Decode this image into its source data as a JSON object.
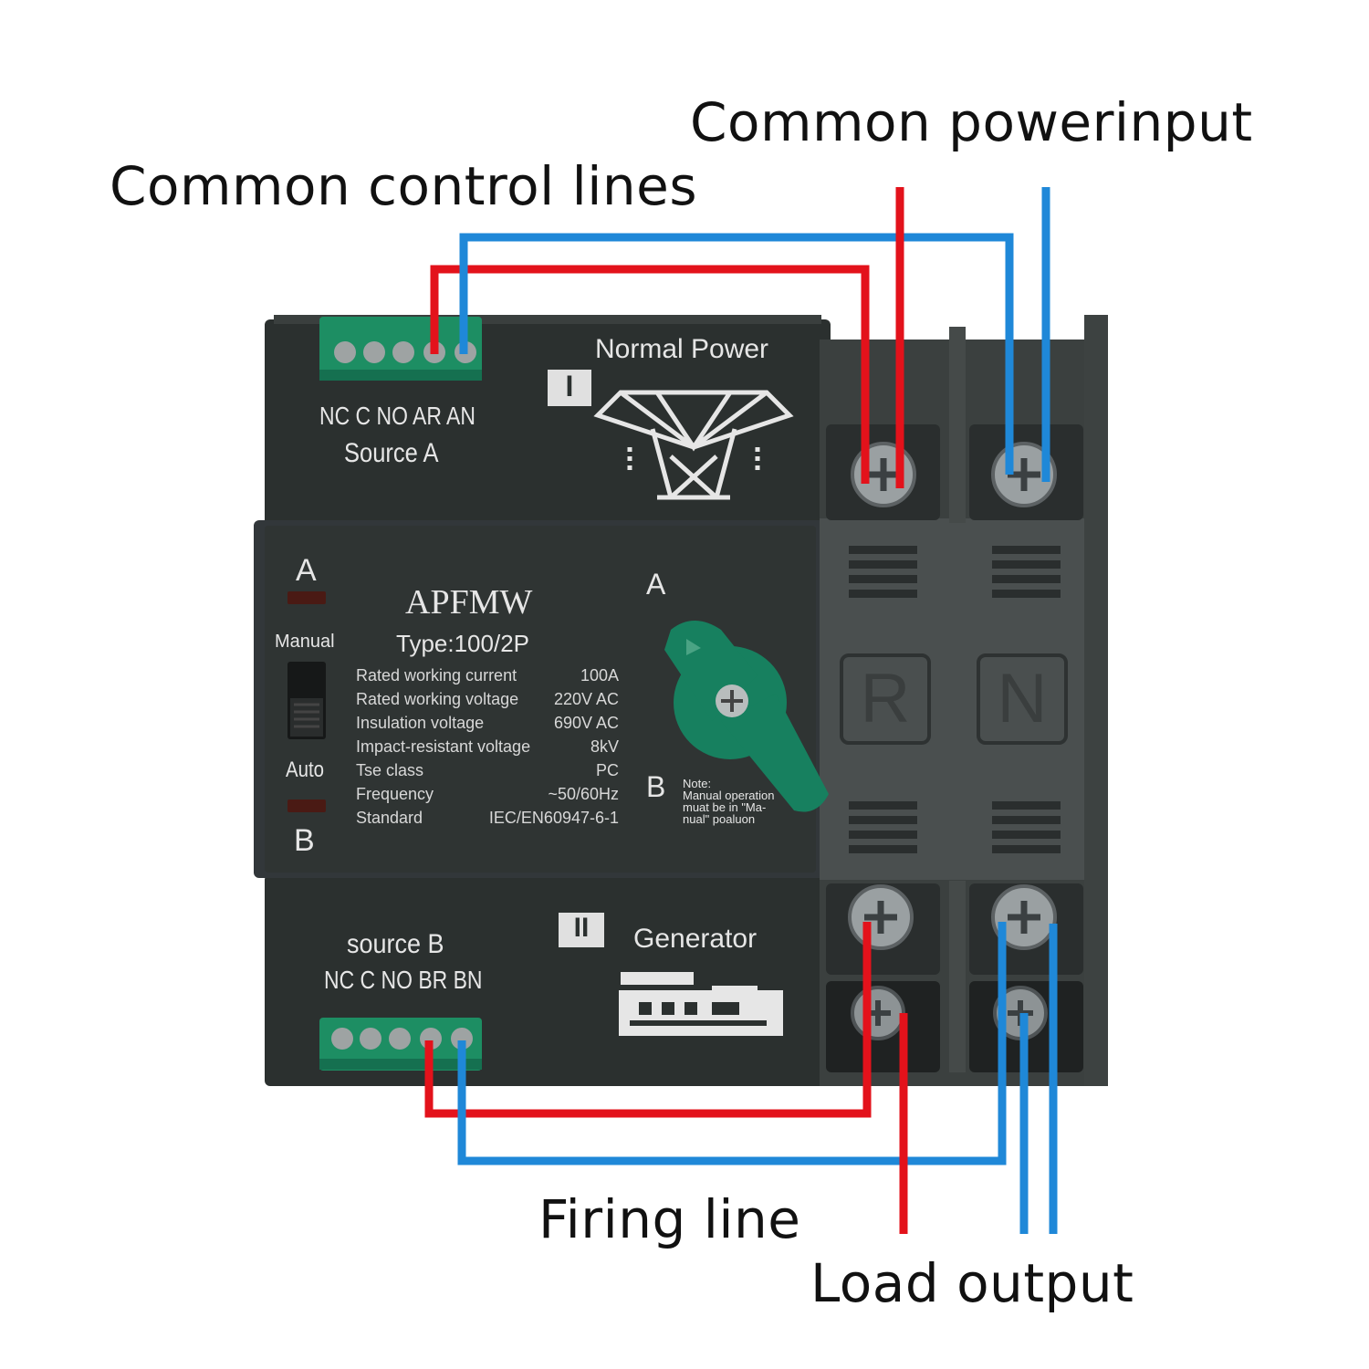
{
  "callouts": {
    "common_power_input": "Common powerinput",
    "common_control_lines": "Common control lines",
    "firing_line": "Firing line",
    "load_output": "Load output"
  },
  "device": {
    "brand": "APFMW",
    "type": "Type:100/2P",
    "top_module": {
      "terminals": "NC C NO AR AN",
      "source": "Source A",
      "mark": "I",
      "title": "Normal Power"
    },
    "bottom_module": {
      "source": "source B",
      "terminals": "NC C NO BR BN",
      "mark": "II",
      "title": "Generator"
    },
    "left_panel": {
      "a_label": "A",
      "manual": "Manual",
      "auto": "Auto",
      "b_label": "B"
    },
    "knob": {
      "a_label": "A",
      "b_label": "B"
    },
    "specs": [
      {
        "name": "Rated working current",
        "value": "100A"
      },
      {
        "name": "Rated working voltage",
        "value": "220V AC"
      },
      {
        "name": "Insulation voltage",
        "value": "690V AC"
      },
      {
        "name": "Impact-resistant voltage",
        "value": "8kV"
      },
      {
        "name": "Tse class",
        "value": "PC"
      },
      {
        "name": "Frequency",
        "value": "~50/60Hz"
      },
      {
        "name": "Standard",
        "value": "IEC/EN60947-6-1"
      }
    ],
    "note": [
      "Note:",
      "Manual operation",
      "muat be in \"Ma-",
      "nual\" poaluon"
    ],
    "poles": [
      "R",
      "N"
    ]
  },
  "colors": {
    "live_wire": "#e3121b",
    "neutral_wire": "#1f88d8",
    "body": "#2d3231",
    "side_block": "#4a4f4f",
    "terminal_green": "#1d8e63",
    "knob_green": "#17805f"
  }
}
